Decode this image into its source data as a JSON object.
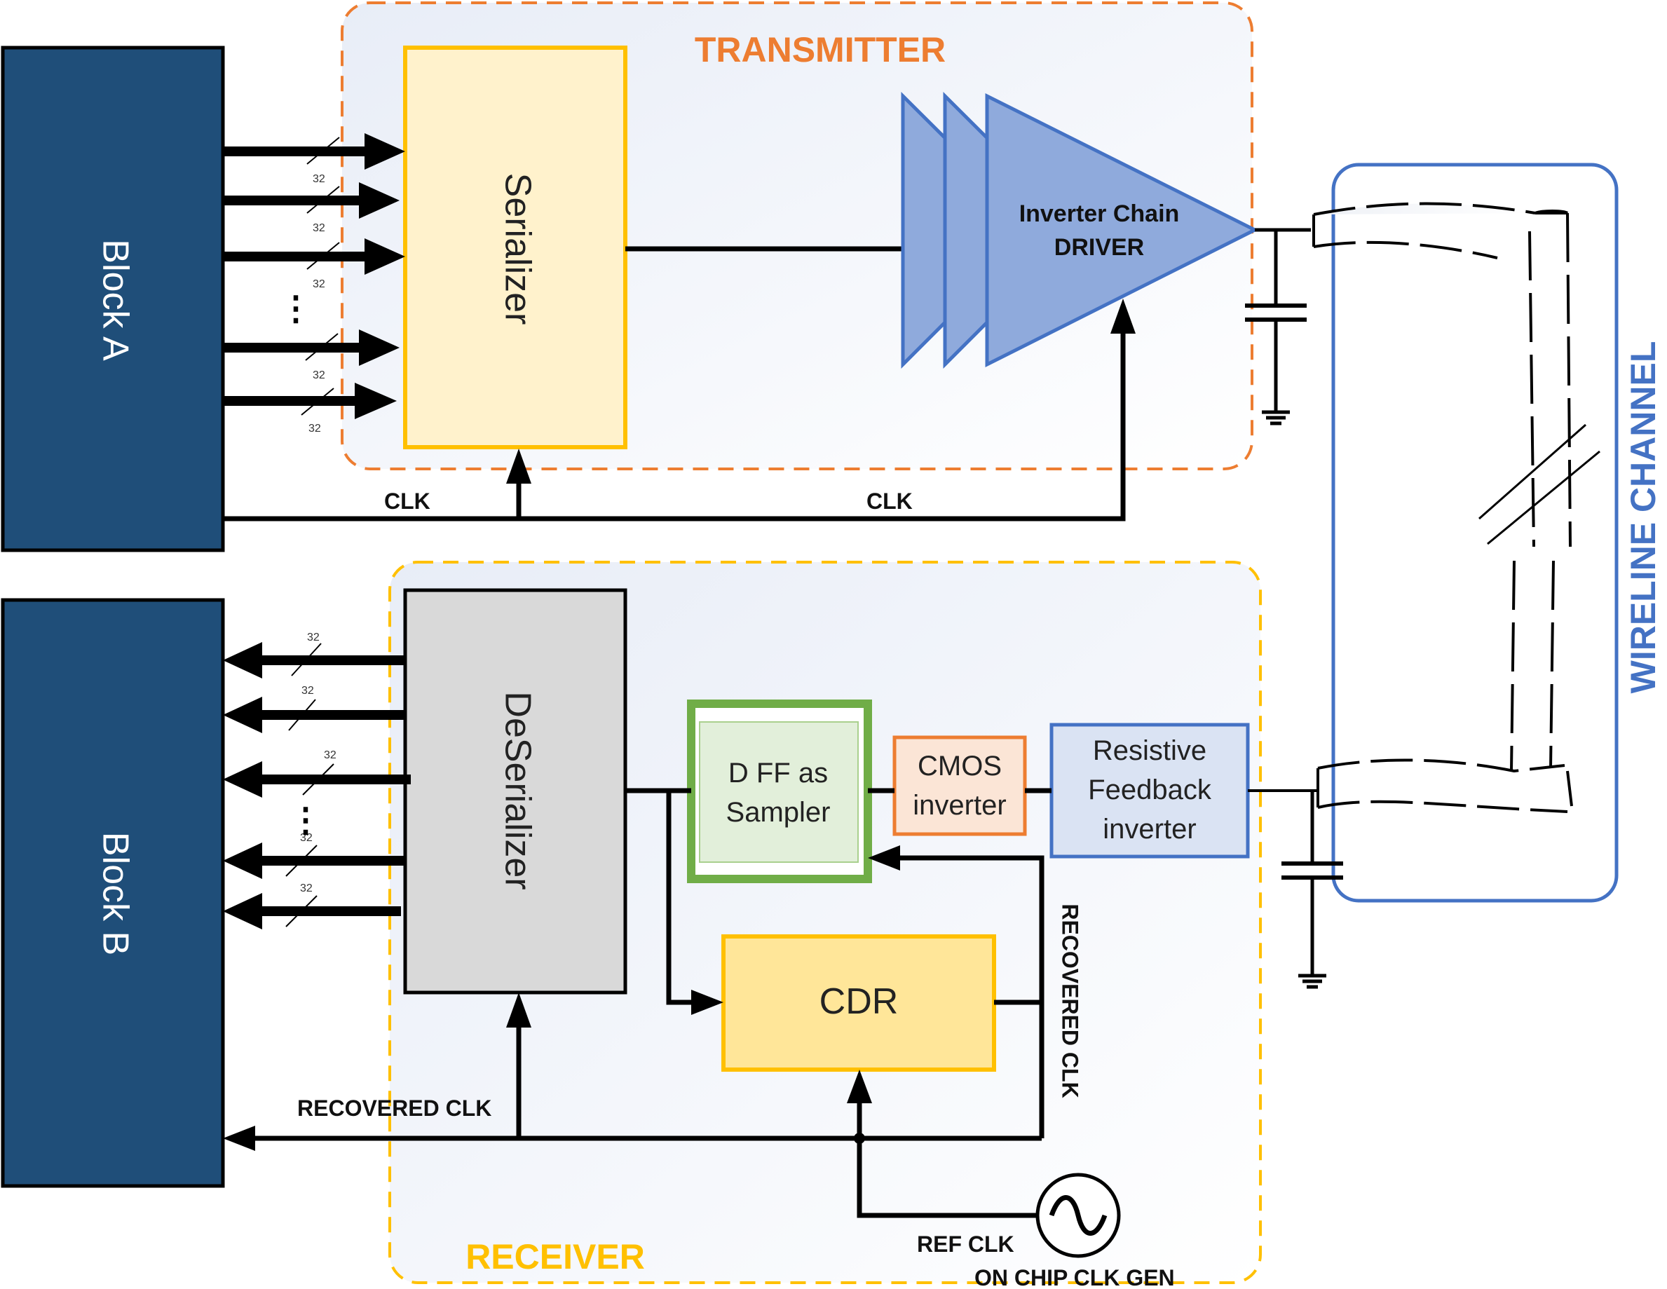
{
  "labels": {
    "transmitter": "TRANSMITTER",
    "receiver": "RECEIVER",
    "wireline_channel": "WIRELINE CHANNEL",
    "block_a": "Block A",
    "block_b": "Block B",
    "serializer": "Serializer",
    "deserializer": "DeSerializer",
    "driver_line1": "Inverter Chain",
    "driver_line2": "DRIVER",
    "dff_line1": "D FF as",
    "dff_line2": "Sampler",
    "cmos_line1": "CMOS",
    "cmos_line2": "inverter",
    "rfb_line1": "Resistive",
    "rfb_line2": "Feedback",
    "rfb_line3": "inverter",
    "cdr": "CDR",
    "clk_left": "CLK",
    "clk_right": "CLK",
    "recovered_clk_horizontal": "RECOVERED CLK",
    "recovered_clk_vertical": "RECOVERED CLK",
    "ref_clk": "REF CLK",
    "on_chip_clk_gen": "ON CHIP CLK GEN",
    "ellipsis": "⋮",
    "bus_width": "32"
  },
  "colors": {
    "block_fill": "#1f4e79",
    "transmitter_border": "#ed7d31",
    "receiver_border": "#ffc000",
    "channel_border": "#4472c4",
    "serializer_fill": "#fff2cc",
    "serializer_border": "#ffc000",
    "deserializer_fill": "#d9d9d9",
    "driver_fill": "#8faadc",
    "driver_border": "#4472c4",
    "dff_border": "#70ad47",
    "dff_fill": "#e2efda",
    "cmos_fill": "#fbe5d6",
    "cmos_border": "#ed7d31",
    "rfb_fill": "#dae3f3",
    "rfb_border": "#4472c4",
    "cdr_fill": "#ffe699",
    "cdr_border": "#ffc000"
  }
}
